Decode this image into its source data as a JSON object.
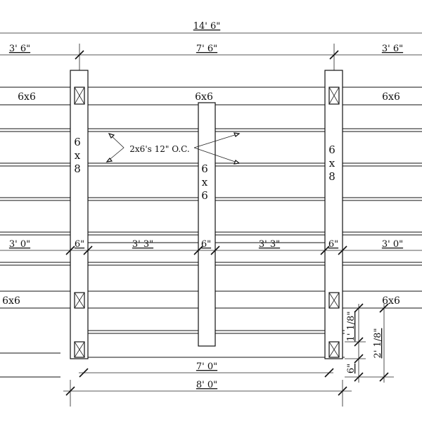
{
  "colors": {
    "line": "#111111",
    "background": "#ffffff"
  },
  "dimensions": {
    "overall_width": "14' 6\"",
    "left_overhang": "3' 6\"",
    "center_span": "7' 6\"",
    "right_overhang": "3' 6\"",
    "left_setback": "3' 0\"",
    "post_left": "6\"",
    "inner_left": "3' 3\"",
    "post_center": "6\"",
    "inner_right": "3' 3\"",
    "post_right": "6\"",
    "right_setback": "3' 0\"",
    "inner_depth": "7' 0\"",
    "overall_depth": "8' 0\"",
    "rise_1": "1' 1/8\"",
    "rise_2": "2' 1/8\"",
    "post_base": "6\""
  },
  "labels": {
    "beam_left": "6x6",
    "beam_center": "6x6",
    "beam_right": "6x6",
    "lower_beam_left": "6x6",
    "lower_beam_right": "6x6",
    "rafters": "2x6's 12\" O.C.",
    "post_left": [
      "6",
      "x",
      "8"
    ],
    "post_center": [
      "6",
      "x",
      "6"
    ],
    "post_right": [
      "6",
      "x",
      "8"
    ]
  }
}
